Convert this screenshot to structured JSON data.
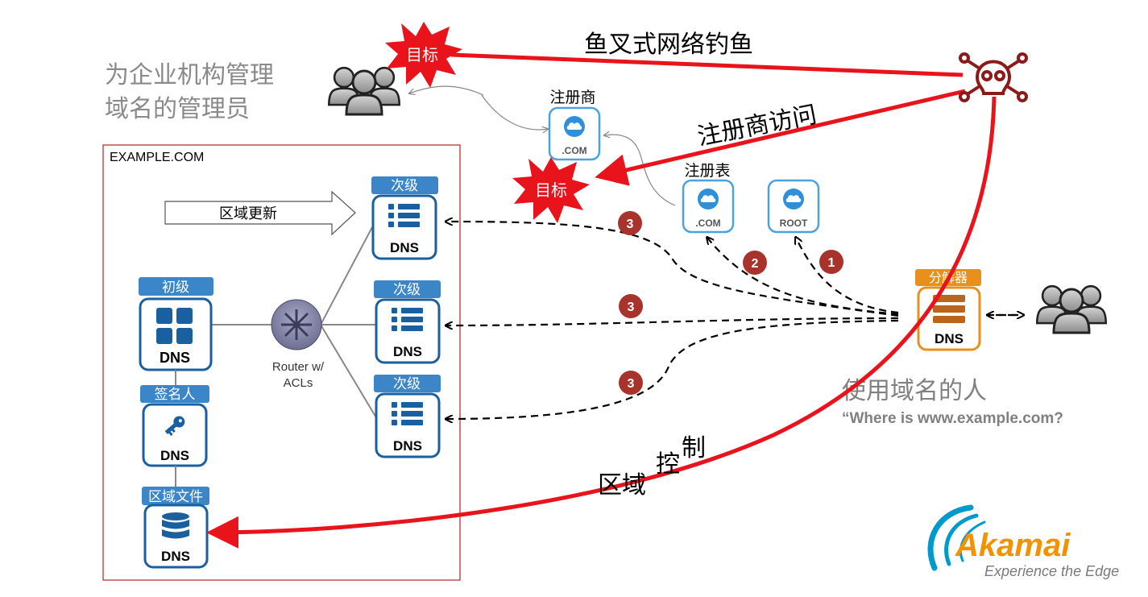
{
  "admin": {
    "line1": "为企业机构管理",
    "line2": "域名的管理员"
  },
  "zone_box": {
    "title": "EXAMPLE.COM"
  },
  "zone_update": {
    "label": "区域更新"
  },
  "registrar": {
    "title": "注册商",
    "badge": ".COM"
  },
  "registry": {
    "title": "注册表",
    "badge": ".COM"
  },
  "root": {
    "badge": "ROOT"
  },
  "targets": {
    "label": "目标"
  },
  "attacks": {
    "phishing": "鱼叉式网络钓鱼",
    "registrar_access": "注册商访问",
    "zone_control_1": "区域",
    "zone_control_2": "控",
    "zone_control_3": "制"
  },
  "primary": {
    "tag": "初级",
    "label": "DNS"
  },
  "signer": {
    "tag": "签名人",
    "label": "DNS"
  },
  "zone_file": {
    "tag": "区域文件",
    "label": "DNS"
  },
  "secondary": {
    "tag": "次级",
    "label": "DNS"
  },
  "router": {
    "line1": "Router w/",
    "line2": "ACLs"
  },
  "resolver": {
    "tag": "分解器",
    "label": "DNS"
  },
  "user": {
    "title": "使用域名的人",
    "question": "“Where is www.example.com?"
  },
  "steps": {
    "one": "1",
    "two": "2",
    "three": "3"
  },
  "brand": {
    "name": "Akamai",
    "tagline": "Experience the Edge"
  },
  "colors": {
    "attack_red": "#e8131b",
    "blue_accent": "#1a5fa0",
    "tag_blue": "#3a86c8",
    "resolver_orange": "#e98f1c",
    "step_badge": "#a8332c",
    "akamai_orange": "#f39200",
    "akamai_blue": "#0099cc",
    "grey_text": "#808080"
  },
  "icons": [
    "person-group-icon",
    "skull-crossbones-icon",
    "cloud-icon",
    "grid-icon",
    "list-icon",
    "key-icon",
    "database-icon",
    "router-icon",
    "starburst-icon"
  ]
}
